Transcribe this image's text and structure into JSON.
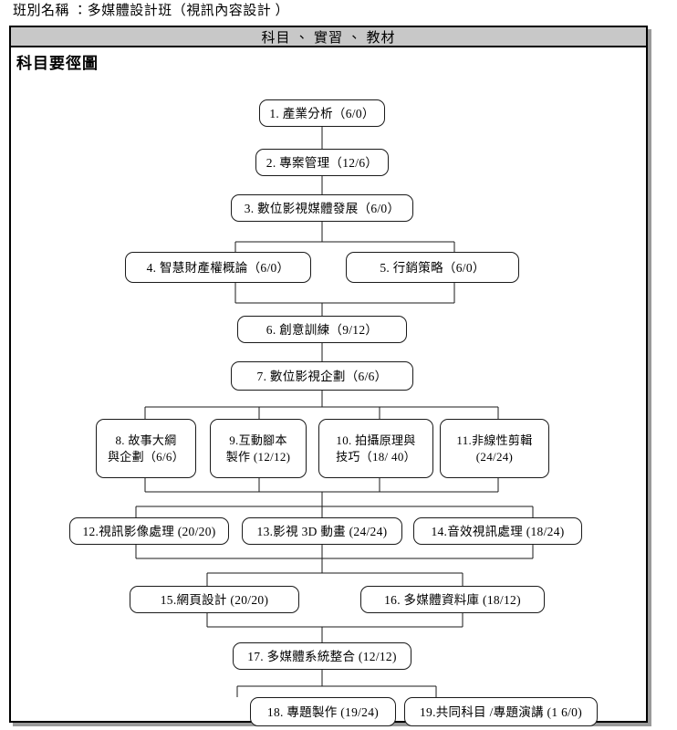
{
  "document": {
    "heading": "班別名稱 ：多媒體設計班（視訊內容設計 ）",
    "table_header": "科目 、 實習 、 教材",
    "section_title": "科目要徑圖"
  },
  "chart_data": {
    "type": "diagram",
    "title": "科目要徑圖",
    "subtitle": "科目 、 實習 、 教材",
    "node_count": 19,
    "nodes": [
      {
        "id": 1,
        "label": "1. 產業分析（6/0）",
        "hours": "6/0",
        "row": 1
      },
      {
        "id": 2,
        "label": "2. 專案管理（12/6）",
        "hours": "12/6",
        "row": 2
      },
      {
        "id": 3,
        "label": "3. 數位影視媒體發展（6/0）",
        "hours": "6/0",
        "row": 3
      },
      {
        "id": 4,
        "label": "4. 智慧財產權概論（6/0）",
        "hours": "6/0",
        "row": 4
      },
      {
        "id": 5,
        "label": "5. 行銷策略（6/0）",
        "hours": "6/0",
        "row": 4
      },
      {
        "id": 6,
        "label": "6. 創意訓練（9/12）",
        "hours": "9/12",
        "row": 5
      },
      {
        "id": 7,
        "label": "7. 數位影視企劃（6/6）",
        "hours": "6/6",
        "row": 6
      },
      {
        "id": 8,
        "label": "8. 故事大綱\n與企劃（6/6）",
        "hours": "6/6",
        "row": 7
      },
      {
        "id": 9,
        "label": "9.互動腳本\n製作 (12/12)",
        "hours": "12/12",
        "row": 7
      },
      {
        "id": 10,
        "label": "10. 拍攝原理與\n技巧（18/ 40）",
        "hours": "18/40",
        "row": 7
      },
      {
        "id": 11,
        "label": "11.非線性剪輯\n(24/24)",
        "hours": "24/24",
        "row": 7
      },
      {
        "id": 12,
        "label": "12.視訊影像處理 (20/20)",
        "hours": "20/20",
        "row": 8
      },
      {
        "id": 13,
        "label": "13.影視 3D 動畫 (24/24)",
        "hours": "24/24",
        "row": 8
      },
      {
        "id": 14,
        "label": "14.音效視訊處理 (18/24)",
        "hours": "18/24",
        "row": 8
      },
      {
        "id": 15,
        "label": "15.網頁設計 (20/20)",
        "hours": "20/20",
        "row": 9
      },
      {
        "id": 16,
        "label": "16. 多媒體資料庫 (18/12)",
        "hours": "18/12",
        "row": 9
      },
      {
        "id": 17,
        "label": "17. 多媒體系統整合 (12/12)",
        "hours": "12/12",
        "row": 10
      },
      {
        "id": 18,
        "label": "18. 專題製作 (19/24)",
        "hours": "19/24",
        "row": 11
      },
      {
        "id": 19,
        "label": "19.共同科目 /專題演講 (1 6/0)",
        "hours": "16/0",
        "row": 11
      }
    ],
    "edges": [
      [
        1,
        2
      ],
      [
        2,
        3
      ],
      [
        3,
        4
      ],
      [
        3,
        5
      ],
      [
        4,
        6
      ],
      [
        5,
        6
      ],
      [
        6,
        7
      ],
      [
        7,
        8
      ],
      [
        7,
        9
      ],
      [
        7,
        10
      ],
      [
        7,
        11
      ],
      [
        8,
        12
      ],
      [
        9,
        12
      ],
      [
        10,
        13
      ],
      [
        11,
        14
      ],
      [
        12,
        15
      ],
      [
        13,
        15
      ],
      [
        13,
        16
      ],
      [
        14,
        16
      ],
      [
        15,
        17
      ],
      [
        16,
        17
      ],
      [
        17,
        18
      ],
      [
        17,
        19
      ]
    ]
  }
}
